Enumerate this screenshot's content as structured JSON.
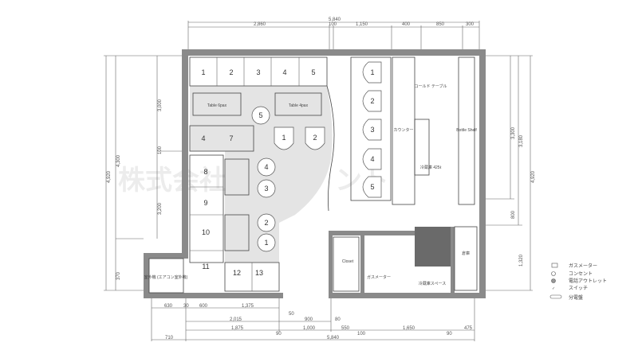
{
  "dimensions": {
    "top_total": "5,840",
    "top_segments": [
      "2,860",
      "100",
      "1,150",
      "400",
      "850",
      "300"
    ],
    "bottom_row1": [
      "630",
      "30",
      "600",
      "1,375"
    ],
    "bottom_row2": [
      "2,015",
      "50",
      "900",
      "80"
    ],
    "bottom_row3": [
      "1,875",
      "90",
      "1,000",
      "550",
      "100",
      "1,650",
      "90",
      "475"
    ],
    "bottom_total": [
      "710",
      "5,840"
    ],
    "left": [
      "4,920",
      "4,300",
      "3,000",
      "100",
      "3,200",
      "370"
    ],
    "right": [
      "3,300",
      "800",
      "1,320",
      "3,180",
      "4,920"
    ]
  },
  "seats": {
    "top_row": [
      "1",
      "2",
      "3",
      "4",
      "5"
    ],
    "left_column": [
      "4",
      "7",
      "8",
      "9",
      "10",
      "11",
      "12",
      "13"
    ],
    "stools": [
      "5",
      "4",
      "3",
      "2",
      "1"
    ],
    "center_booth": [
      "1",
      "2"
    ],
    "right_booths": [
      "1",
      "2",
      "3",
      "4",
      "5"
    ]
  },
  "labels": {
    "table_a": "Table 6pax",
    "table_b": "Table 4pax",
    "counter": "カウンター",
    "bottle_shelf": "Bottle Shelf",
    "cooler_table": "コールド テーブル",
    "fridge": "冷蔵庫 425ℓ",
    "closet": "Closet",
    "storage": "倉庫",
    "electric": "分電盤",
    "gas": "ガスメーター",
    "space": "冷蔵庫スペース",
    "entrance_box": "室外機 (エアコン室外機)",
    "watermark": "株式会社　　　　ント"
  },
  "legend": [
    {
      "icon": "gas-meter-icon",
      "label": "ガスメーター"
    },
    {
      "icon": "outlet-icon",
      "label": "コンセント"
    },
    {
      "icon": "phone-outlet-icon",
      "label": "電話アウトレット"
    },
    {
      "icon": "switch-icon",
      "label": "スイッチ"
    },
    {
      "icon": "distribution-board-icon",
      "label": "分電盤"
    }
  ]
}
